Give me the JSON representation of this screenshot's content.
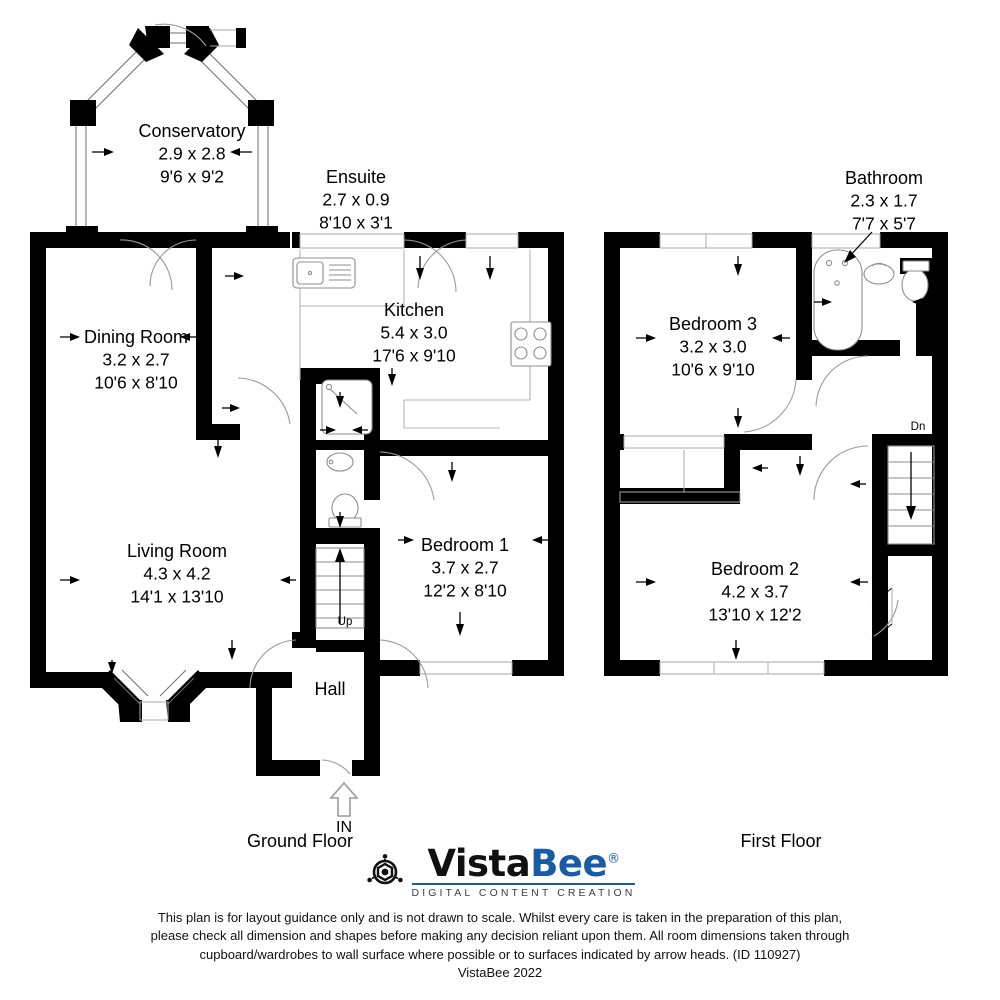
{
  "document": {
    "type": "floor-plan",
    "property_id": "110927"
  },
  "floors": [
    {
      "key": "ground",
      "label": "Ground Floor",
      "entrance_label": "IN",
      "stairs_label": "Up",
      "rooms": [
        {
          "name": "Conservatory",
          "metric": "2.9 x 2.8",
          "imperial": "9'6 x 9'2"
        },
        {
          "name": "Ensuite",
          "metric": "2.7 x 0.9",
          "imperial": "8'10 x 3'1"
        },
        {
          "name": "Dining Room",
          "metric": "3.2 x 2.7",
          "imperial": "10'6 x 8'10"
        },
        {
          "name": "Kitchen",
          "metric": "5.4 x 3.0",
          "imperial": "17'6 x 9'10"
        },
        {
          "name": "Living Room",
          "metric": "4.3 x 4.2",
          "imperial": "14'1 x 13'10"
        },
        {
          "name": "Bedroom 1",
          "metric": "3.7 x 2.7",
          "imperial": "12'2 x 8'10"
        },
        {
          "name": "Hall",
          "metric": "",
          "imperial": ""
        }
      ]
    },
    {
      "key": "first",
      "label": "First Floor",
      "stairs_label": "Dn",
      "rooms": [
        {
          "name": "Bathroom",
          "metric": "2.3 x 1.7",
          "imperial": "7'7 x 5'7"
        },
        {
          "name": "Bedroom 3",
          "metric": "3.2 x 3.0",
          "imperial": "10'6 x 9'10"
        },
        {
          "name": "Bedroom 2",
          "metric": "4.2 x 3.7",
          "imperial": "13'10 x 12'2"
        }
      ]
    }
  ],
  "logo": {
    "word_primary": "Vista",
    "word_secondary": "Bee",
    "registered_mark": "®",
    "tagline": "DIGITAL CONTENT CREATION",
    "brand_color": "#1a5ba8",
    "mark_color": "#111111"
  },
  "footer": {
    "line1": "This plan is for layout guidance only and is not drawn to scale. Whilst every care is taken in the preparation of this plan,",
    "line2": "please check all dimension and shapes before making any decision reliant upon them. All room dimensions taken through",
    "line3": "cupboard/wardrobes to wall surface where possible or to surfaces indicated by arrow heads. (ID 110927)",
    "line4": "VistaBee 2022"
  },
  "colors": {
    "wall": "#000000",
    "fixture_stroke": "#8d8d8d",
    "background": "#ffffff"
  }
}
